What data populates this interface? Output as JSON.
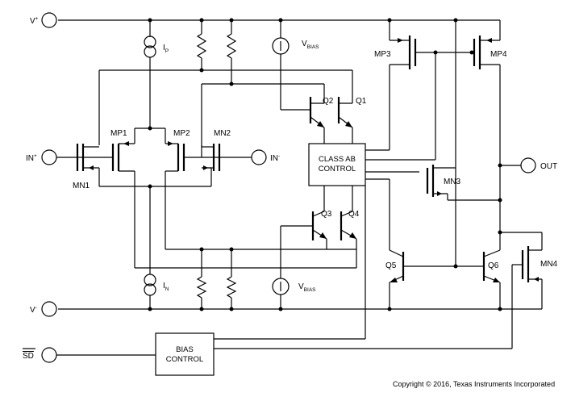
{
  "pins": {
    "vplus": "V",
    "vplus_sup": "+",
    "vminus": "V",
    "vminus_sup": "-",
    "inp": "IN",
    "inp_sup": "+",
    "inm": "IN",
    "inm_sup": "-",
    "sd": "SD",
    "out": "OUT"
  },
  "sources": {
    "ip": "I",
    "ip_sub": "P",
    "in": "I",
    "in_sub": "N",
    "vbias_top": "V",
    "vbias_top_sub": "BIAS",
    "vbias_bot": "V",
    "vbias_bot_sub": "BIAS"
  },
  "transistors": {
    "mp1": "MP1",
    "mp2": "MP2",
    "mn1": "MN1",
    "mn2": "MN2",
    "q1": "Q1",
    "q2": "Q2",
    "q3": "Q3",
    "q4": "Q4",
    "mp3": "MP3",
    "mp4": "MP4",
    "mn3": "MN3",
    "q5": "Q5",
    "q6": "Q6",
    "mn4": "MN4"
  },
  "blocks": {
    "class_ab_line1": "CLASS AB",
    "class_ab_line2": "CONTROL",
    "bias_line1": "BIAS",
    "bias_line2": "CONTROL"
  },
  "copyright": "Copyright © 2016, Texas Instruments Incorporated"
}
